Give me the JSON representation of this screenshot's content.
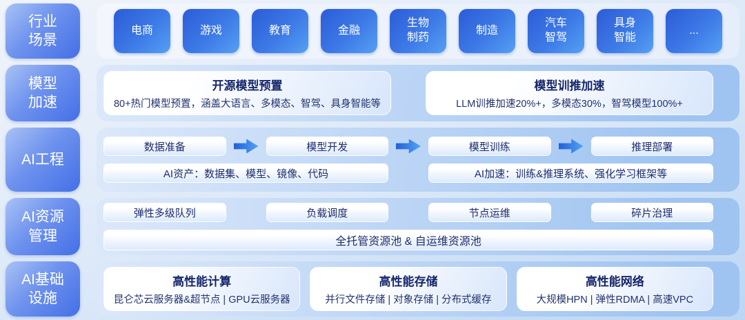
{
  "colors": {
    "accent_blue": "#2f6ae0",
    "button_gradient_start": "#2c5cd7",
    "button_gradient_end": "#55a0f2",
    "label_gradient_start": "#a9c2f5",
    "label_gradient_end": "#4470e6",
    "row_band_blue": "#9fc4f1",
    "navy_text": "#1b2b6f",
    "arrow_blue": "#2f7ae8"
  },
  "rows": {
    "scenarios": {
      "label": "行业\n场景",
      "items": [
        "电商",
        "游戏",
        "教育",
        "金融",
        "生物\n制药",
        "制造",
        "汽车\n智驾",
        "具身\n智能",
        "..."
      ]
    },
    "model_accel": {
      "label": "模型\n加速",
      "cards": [
        {
          "title": "开源模型预置",
          "desc": "80+热门模型预置，涵盖大语言、多模态、智驾、具身智能等"
        },
        {
          "title": "模型训推加速",
          "desc": "LLM训推加速20%+，多模态30%，智驾模型100%+"
        }
      ]
    },
    "ai_engineering": {
      "label": "AI工程",
      "flow": [
        "数据准备",
        "模型开发",
        "模型训练",
        "推理部署"
      ],
      "banners": [
        "AI资产：数据集、模型、镜像、代码",
        "AI加速：训练&推理系统、强化学习框架等"
      ]
    },
    "ai_resource": {
      "label": "AI资源\n管理",
      "pills": [
        "弹性多级队列",
        "负载调度",
        "节点运维",
        "碎片治理"
      ],
      "banner": "全托管资源池 & 自运维资源池"
    },
    "ai_infra": {
      "label": "AI基础\n设施",
      "cards": [
        {
          "title": "高性能计算",
          "desc": "昆仑芯云服务器&超节点 | GPU云服务器"
        },
        {
          "title": "高性能存储",
          "desc": "并行文件存储 | 对象存储 | 分布式缓存"
        },
        {
          "title": "高性能网络",
          "desc": "大规模HPN | 弹性RDMA | 高速VPC"
        }
      ]
    }
  }
}
